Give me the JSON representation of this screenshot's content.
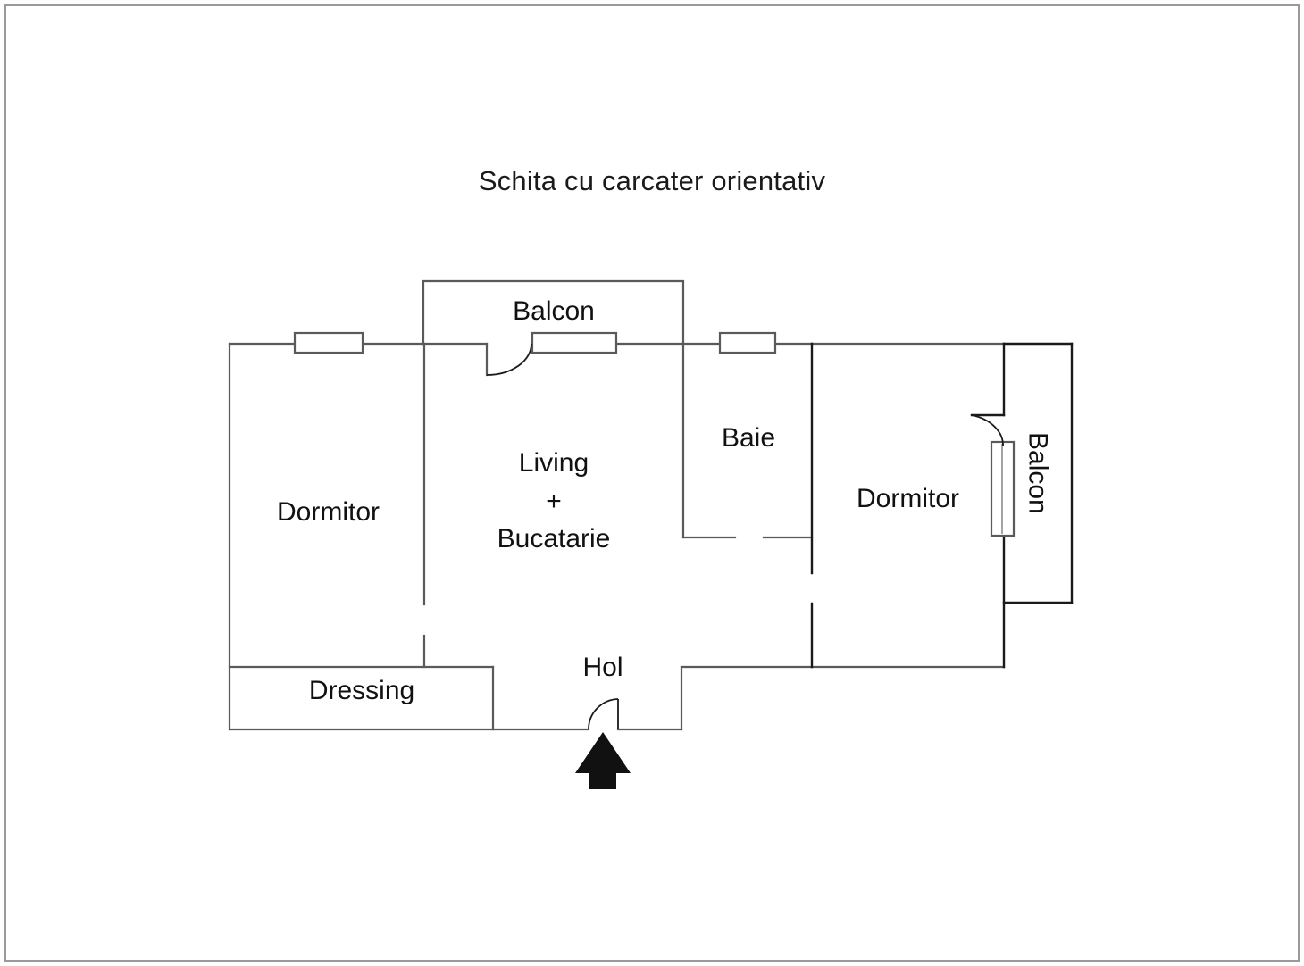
{
  "document": {
    "title": "Schita cu carcater orientativ",
    "type": "apartment-floor-plan",
    "border_color": "#9a9a9a",
    "wall_color": "#5a5a5a",
    "wall_color_dark": "#1a1a1a",
    "background": "#ffffff",
    "arrow_color": "#111111"
  },
  "rooms": [
    {
      "id": "balcon_top",
      "label": "Balcon"
    },
    {
      "id": "living",
      "label": "Living\n+\nBucatarie"
    },
    {
      "id": "dormitor_left",
      "label": "Dormitor"
    },
    {
      "id": "baie",
      "label": "Baie"
    },
    {
      "id": "dormitor_right",
      "label": "Dormitor"
    },
    {
      "id": "balcon_right",
      "label": "Balcon"
    },
    {
      "id": "dressing",
      "label": "Dressing"
    },
    {
      "id": "hol",
      "label": "Hol"
    }
  ],
  "openings": {
    "windows": [
      {
        "id": "window-dormitor-left",
        "orientation": "horizontal"
      },
      {
        "id": "window-balcon-top",
        "orientation": "horizontal"
      },
      {
        "id": "window-baie",
        "orientation": "horizontal"
      },
      {
        "id": "window-balcon-right",
        "orientation": "vertical"
      }
    ],
    "doors": [
      {
        "id": "door-living-balcon",
        "swing": "arc"
      },
      {
        "id": "door-dormitor-balcon",
        "swing": "arc"
      },
      {
        "id": "door-entrance-hol",
        "swing": "arc"
      }
    ]
  },
  "annotations": {
    "entrance_arrow": "entrance-direction-arrow"
  }
}
